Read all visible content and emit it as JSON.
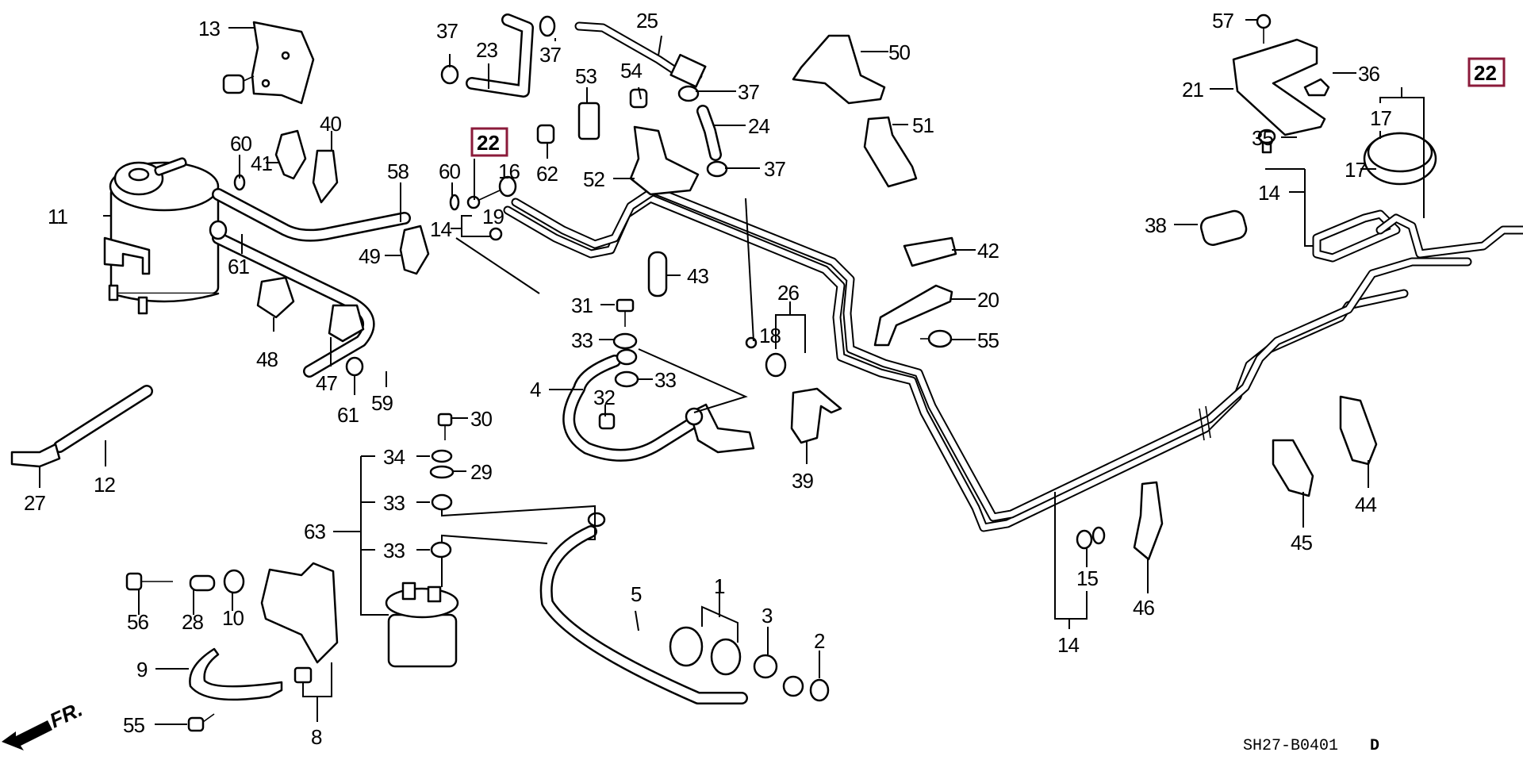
{
  "diagram": {
    "title": "Fuel Line / Fuel Filter Exploded Parts Diagram",
    "diagram_code": "SH27-B0401",
    "diagram_code_suffix": "D",
    "direction_indicator": "FR.",
    "highlight_color": "#8b1a3a",
    "highlighted_part": "22",
    "callouts": [
      {
        "id": "c13",
        "label": "13"
      },
      {
        "id": "c37a",
        "label": "37"
      },
      {
        "id": "c23",
        "label": "23"
      },
      {
        "id": "c37b",
        "label": "37"
      },
      {
        "id": "c25",
        "label": "25"
      },
      {
        "id": "c53",
        "label": "53"
      },
      {
        "id": "c54",
        "label": "54"
      },
      {
        "id": "c37c",
        "label": "37"
      },
      {
        "id": "c50",
        "label": "50"
      },
      {
        "id": "c24",
        "label": "24"
      },
      {
        "id": "c51",
        "label": "51"
      },
      {
        "id": "c22a",
        "label": "22",
        "boxed": true
      },
      {
        "id": "c62",
        "label": "62"
      },
      {
        "id": "c52",
        "label": "52"
      },
      {
        "id": "c37d",
        "label": "37"
      },
      {
        "id": "c60a",
        "label": "60"
      },
      {
        "id": "c41",
        "label": "41"
      },
      {
        "id": "c40",
        "label": "40"
      },
      {
        "id": "c58",
        "label": "58"
      },
      {
        "id": "c60b",
        "label": "60"
      },
      {
        "id": "c16",
        "label": "16"
      },
      {
        "id": "c19",
        "label": "19"
      },
      {
        "id": "c14a",
        "label": "14"
      },
      {
        "id": "c11",
        "label": "11"
      },
      {
        "id": "c61a",
        "label": "61"
      },
      {
        "id": "c49",
        "label": "49"
      },
      {
        "id": "c43",
        "label": "43"
      },
      {
        "id": "c48",
        "label": "48"
      },
      {
        "id": "c47",
        "label": "47"
      },
      {
        "id": "c61b",
        "label": "61"
      },
      {
        "id": "c59",
        "label": "59"
      },
      {
        "id": "c31",
        "label": "31"
      },
      {
        "id": "c33a",
        "label": "33"
      },
      {
        "id": "c33b",
        "label": "33"
      },
      {
        "id": "c4",
        "label": "4"
      },
      {
        "id": "c32",
        "label": "32"
      },
      {
        "id": "c26",
        "label": "26"
      },
      {
        "id": "c18",
        "label": "18"
      },
      {
        "id": "c42",
        "label": "42"
      },
      {
        "id": "c20",
        "label": "20"
      },
      {
        "id": "c55a",
        "label": "55"
      },
      {
        "id": "c39",
        "label": "39"
      },
      {
        "id": "c27",
        "label": "27"
      },
      {
        "id": "c12",
        "label": "12"
      },
      {
        "id": "c30",
        "label": "30"
      },
      {
        "id": "c34",
        "label": "34"
      },
      {
        "id": "c29",
        "label": "29"
      },
      {
        "id": "c33c",
        "label": "33"
      },
      {
        "id": "c63",
        "label": "63"
      },
      {
        "id": "c33d",
        "label": "33"
      },
      {
        "id": "c56",
        "label": "56"
      },
      {
        "id": "c28",
        "label": "28"
      },
      {
        "id": "c10",
        "label": "10"
      },
      {
        "id": "c9",
        "label": "9"
      },
      {
        "id": "c8",
        "label": "8"
      },
      {
        "id": "c55b",
        "label": "55"
      },
      {
        "id": "c5",
        "label": "5"
      },
      {
        "id": "c1",
        "label": "1"
      },
      {
        "id": "c3",
        "label": "3"
      },
      {
        "id": "c2",
        "label": "2"
      },
      {
        "id": "c57",
        "label": "57"
      },
      {
        "id": "c21",
        "label": "21"
      },
      {
        "id": "c36",
        "label": "36"
      },
      {
        "id": "c22b",
        "label": "22",
        "boxed": true
      },
      {
        "id": "c17a",
        "label": "17"
      },
      {
        "id": "c35",
        "label": "35"
      },
      {
        "id": "c17b",
        "label": "17"
      },
      {
        "id": "c14b",
        "label": "14"
      },
      {
        "id": "c38",
        "label": "38"
      },
      {
        "id": "c44",
        "label": "44"
      },
      {
        "id": "c45",
        "label": "45"
      },
      {
        "id": "c46",
        "label": "46"
      },
      {
        "id": "c15",
        "label": "15"
      },
      {
        "id": "c14c",
        "label": "14"
      }
    ]
  }
}
